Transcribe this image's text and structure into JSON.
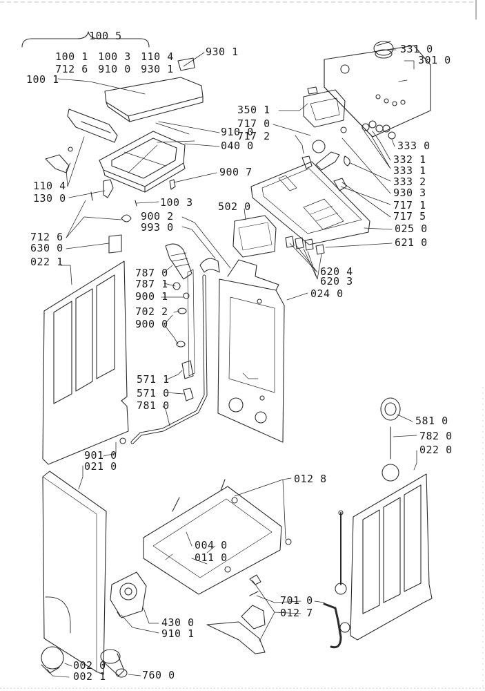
{
  "group": {
    "head": "100 5",
    "row1": [
      "100 1",
      "100 3",
      "110 4"
    ],
    "row2": [
      "712 6",
      "910 0",
      "930 1"
    ]
  },
  "callouts": {
    "c9301": "930 1",
    "c1001": "100 1",
    "c9100a": "910 0",
    "c0400a": "040 0",
    "c1104": "110 4",
    "c1300": "130 0",
    "c9007": "900 7",
    "c1003": "100 3",
    "c7126": "712 6",
    "c9002": "900 2",
    "c9930": "993 0",
    "c6300": "630 0",
    "c0221l": "022 1",
    "c7870": "787 0",
    "c7871": "787 1",
    "c9001": "900 1",
    "c7022": "702 2",
    "c9000": "900 0",
    "c5711": "571 1",
    "c5710": "571 0",
    "c7810": "781 0",
    "c9010": "901 0",
    "c0210": "021 0",
    "c3310": "331 0",
    "c3010": "301 0",
    "c3501": "350 1",
    "c7170": "717 0",
    "c7172": "717 2",
    "c3330": "333 0",
    "c3321": "332 1",
    "c3331": "333 1",
    "c3332": "333 2",
    "c9303": "930 3",
    "c7171": "717 1",
    "c7175": "717 5",
    "c5020": "502 0",
    "c0250": "025 0",
    "c6210": "621 0",
    "c6204": "620 4",
    "c6203": "620 3",
    "c0240": "024 0",
    "c5810": "581 0",
    "c7820": "782 0",
    "c0220r": "022 0",
    "c0128": "012 8",
    "c0040": "004 0",
    "c0110": "011 0",
    "c4300": "430 0",
    "c9101": "910 1",
    "c7010": "701 0",
    "c0127": "012 7",
    "c0020": "002 0",
    "c0021": "002 1",
    "c7600": "760 0"
  }
}
